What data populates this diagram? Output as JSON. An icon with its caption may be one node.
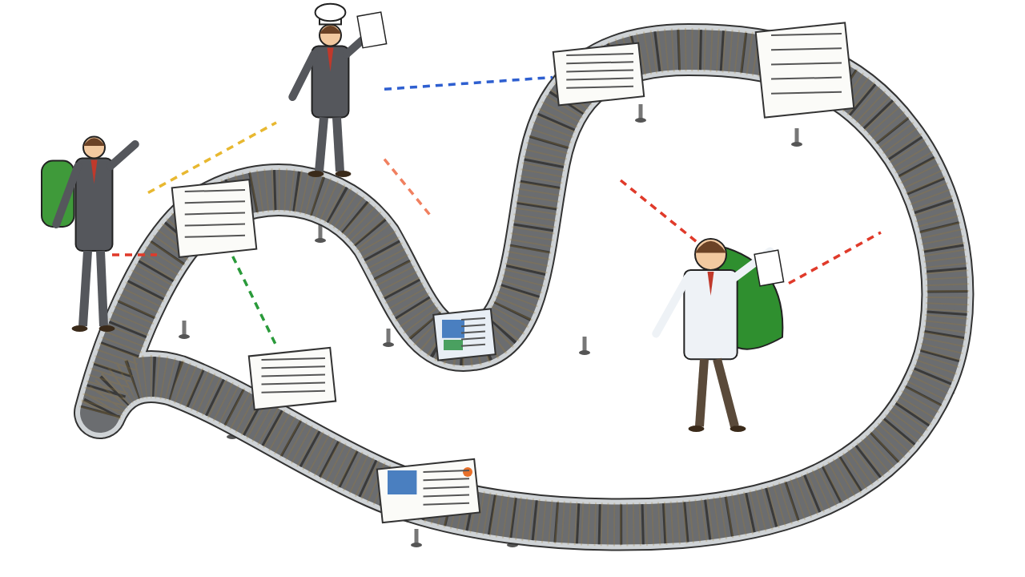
{
  "diagram": {
    "nodes": [
      {
        "text": [],
        "shape": "person"
      },
      {
        "text": [],
        "shape": "person"
      },
      {
        "text": [],
        "shape": "person"
      },
      {
        "text": [],
        "shape": "picture"
      },
      {
        "text": [],
        "shape": "picture"
      },
      {
        "text": [],
        "shape": "picture"
      },
      {
        "text": [],
        "shape": "picture"
      },
      {
        "text": [],
        "shape": "picture"
      },
      {
        "text": [],
        "shape": "picture"
      }
    ],
    "edges": [
      {
        "from": 0,
        "to": 1,
        "arrow": "none",
        "style": "dashed",
        "color": "#e8b830"
      },
      {
        "from": 1,
        "to": 4,
        "arrow": "none",
        "style": "dashed",
        "color": "#2e5fd0"
      },
      {
        "from": 0,
        "to": null,
        "arrow": "none",
        "style": "dashed",
        "color": "#e03a2a"
      },
      {
        "from": 1,
        "to": null,
        "arrow": "none",
        "style": "dashed",
        "color": "#f08060"
      },
      {
        "from": 3,
        "to": 7,
        "arrow": "none",
        "style": "dashed",
        "color": "#2a9a3a"
      },
      {
        "from": null,
        "to": 2,
        "arrow": "none",
        "style": "dashed",
        "color": "#e03a2a"
      },
      {
        "from": 2,
        "to": null,
        "arrow": "none",
        "style": "dashed",
        "color": "#e03a2a"
      }
    ]
  }
}
